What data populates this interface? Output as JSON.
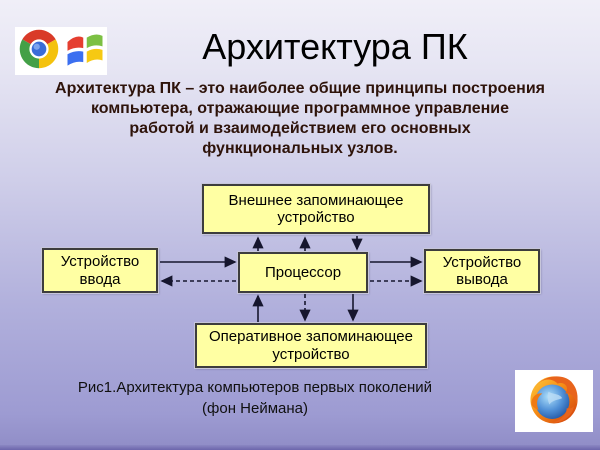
{
  "slide": {
    "title": "Архитектура ПК",
    "definition_lines": [
      "Архитектура ПК – это наиболее общие принципы построения",
      "компьютера, отражающие программное управление",
      "работой и взаимодействием его основных",
      "функциональных узлов."
    ],
    "caption_line1": "Рис1.Архитектура компьютеров первых поколений",
    "caption_line2": "(фон Неймана)"
  },
  "diagram": {
    "boxes": {
      "external_storage": "Внешнее запоминающее устройство",
      "input_device": "Устройство ввода",
      "processor": "Процессор",
      "output_device": "Устройство вывода",
      "ram": "Оперативное запоминающее устройство"
    },
    "connector_styles": {
      "solid": "data-flow",
      "dashed": "control-flow"
    }
  },
  "icons": [
    "chrome-icon",
    "windows-icon",
    "firefox-icon"
  ],
  "colors": {
    "background_top": "#f0eff8",
    "background_bottom": "#8f8cc6",
    "box_fill": "#ffffa3",
    "box_border": "#3d3d3d",
    "arrow": "#16162e",
    "title_text": "#000000",
    "definition_text": "#2e130a",
    "caption_text": "#101010"
  }
}
